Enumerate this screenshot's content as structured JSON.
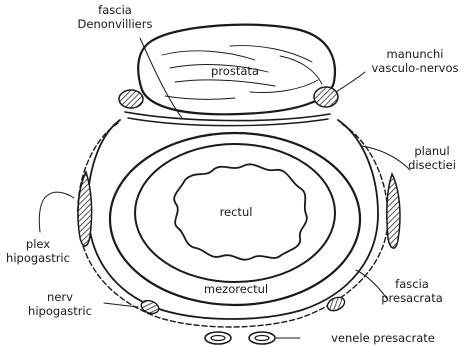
{
  "labels": {
    "prostata": "prostata",
    "rectul": "rectul",
    "mezorectul": "mezorectul",
    "fascia_denonvilliers": [
      "fascia",
      "Denonvilliers"
    ],
    "manunchi": [
      "manunchi",
      "vasculo-nervos"
    ],
    "planul": [
      "planul",
      "disectiei"
    ],
    "plex": [
      "plex",
      "hipogastric"
    ],
    "fascia_presacrata": [
      "fascia",
      "presacrata"
    ],
    "nerv": [
      "nerv",
      "hipogastric"
    ],
    "venele": "venele presacrate"
  },
  "colors": {
    "ink": "#1a1a1a",
    "hatch": "#2a2a2a",
    "background": "#ffffff"
  }
}
